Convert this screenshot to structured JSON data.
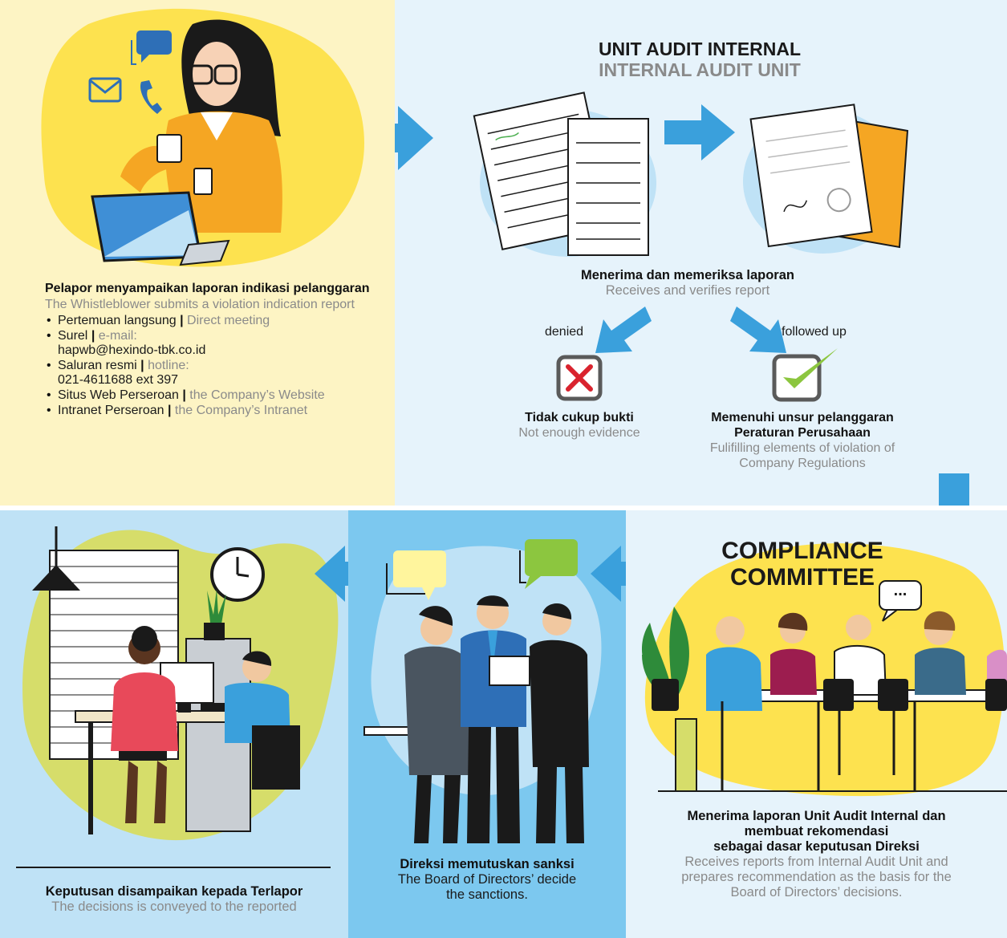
{
  "reporter": {
    "title_id": "Pelapor menyampaikan laporan indikasi pelanggaran",
    "title_en": "The Whistleblower submits a violation indication report",
    "channels": [
      {
        "id": "Pertemuan langsung",
        "en": "Direct meeting",
        "detail": ""
      },
      {
        "id": "Surel",
        "en": "e-mail:",
        "detail": "hapwb@hexindo-tbk.co.id"
      },
      {
        "id": "Saluran resmi",
        "en": "hotline:",
        "detail": "021-4611688 ext 397"
      },
      {
        "id": "Situs Web Perseroan",
        "en": "the Company’s Website",
        "detail": ""
      },
      {
        "id": "Intranet Perseroan",
        "en": "the Company’s Intranet",
        "detail": ""
      }
    ]
  },
  "audit": {
    "title_id": "UNIT AUDIT INTERNAL",
    "title_en": "INTERNAL AUDIT UNIT",
    "step_id": "Menerima dan memeriksa laporan",
    "step_en": "Receives and verifies report",
    "denied_label": "denied",
    "followed_label": "followed up",
    "denied_title": "Tidak cukup bukti",
    "denied_en": "Not enough evidence",
    "followed_title_1": "Memenuhi unsur pelanggaran",
    "followed_title_2": "Peraturan Perusahaan",
    "followed_en_1": "Fulifilling elements of violation of",
    "followed_en_2": "Company Regulations"
  },
  "committee": {
    "title_1": "COMPLIANCE",
    "title_2": "COMMITTEE",
    "desc_id_1": "Menerima laporan Unit Audit Internal dan",
    "desc_id_2": "membuat rekomendasi",
    "desc_id_3": "sebagai dasar keputusan Direksi",
    "desc_en_1": "Receives reports from Internal Audit Unit and",
    "desc_en_2": "prepares recommendation as the basis for the",
    "desc_en_3": "Board of Directors’ decisions.",
    "bubble": "..."
  },
  "directors": {
    "title_id": "Direksi memutuskan sanksi",
    "desc_en_1": "The Board of Directors’ decide",
    "desc_en_2": "the sanctions."
  },
  "decision": {
    "title_id": "Keputusan disampaikan kepada Terlapor",
    "desc_en": "The decisions is conveyed to the reported"
  },
  "colors": {
    "arrow": "#3aa0dc",
    "yellow_panel": "#fdf4c4",
    "yellow_blob": "#fde24f",
    "light_blue": "#e6f3fb",
    "mid_blue": "#bfe2f6",
    "dark_blue": "#7cc8ef",
    "check_green": "#8cc63f",
    "cross_red": "#d9232e"
  }
}
